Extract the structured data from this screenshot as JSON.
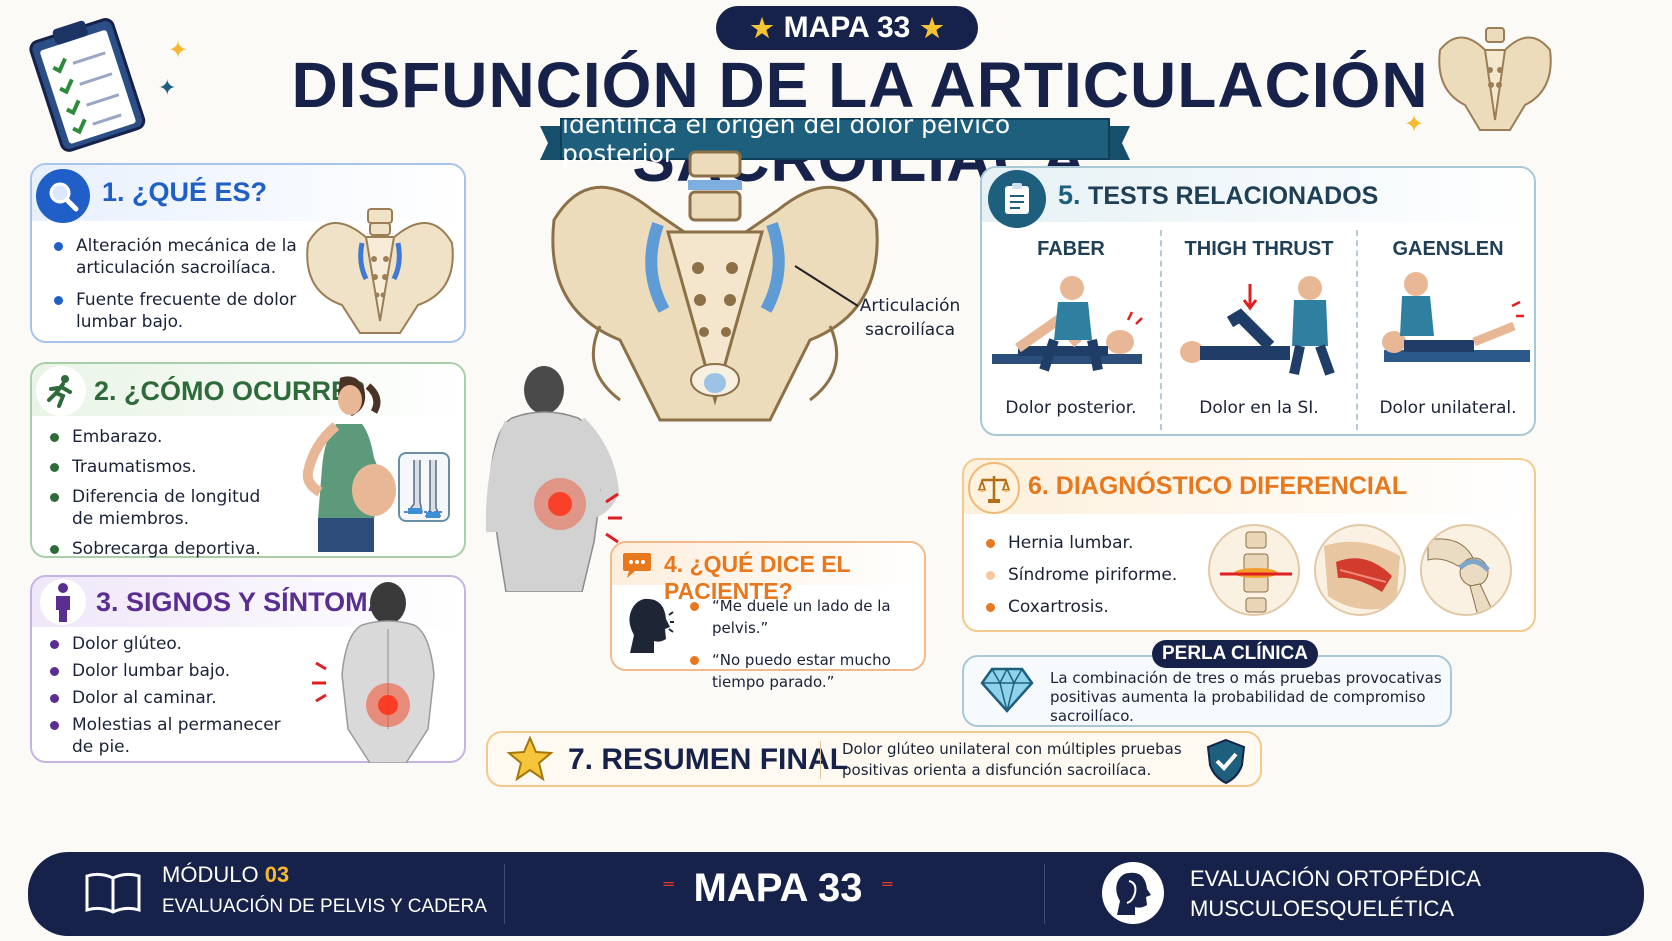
{
  "header": {
    "map_badge": "MAPA 33",
    "title": "DISFUNCIÓN DE LA ARTICULACIÓN SACROILÍACA",
    "subtitle": "identifica el origen del dolor pélvico posterior"
  },
  "section1": {
    "title": "1. ¿QUÉ ES?",
    "items": [
      "Alteración mecánica de la articulación sacroilíaca.",
      "Fuente frecuente de dolor lumbar bajo."
    ]
  },
  "section2": {
    "title": "2. ¿CÓMO OCURRE?",
    "items": [
      "Embarazo.",
      "Traumatismos.",
      "Diferencia de longitud de miembros.",
      "Sobrecarga deportiva."
    ]
  },
  "section3": {
    "title": "3. SIGNOS Y SÍNTOMAS",
    "items": [
      "Dolor glúteo.",
      "Dolor lumbar bajo.",
      "Dolor al caminar.",
      "Molestias al permanecer de pie."
    ]
  },
  "center": {
    "joint_label": "Articulación sacroilíaca"
  },
  "section4": {
    "title": "4. ¿QUÉ DICE EL PACIENTE?",
    "items": [
      "“Me duele un lado de la pelvis.”",
      "“No puedo estar mucho tiempo parado.”"
    ]
  },
  "section5": {
    "title_num": "5.",
    "title": "TESTS RELACIONADOS",
    "tests": [
      {
        "name": "FABER",
        "result": "Dolor posterior."
      },
      {
        "name": "THIGH THRUST",
        "result": "Dolor en la SI."
      },
      {
        "name": "GAENSLEN",
        "result": "Dolor unilateral."
      }
    ]
  },
  "section6": {
    "title": "6. DIAGNÓSTICO DIFERENCIAL",
    "items": [
      "Hernia lumbar.",
      "Síndrome piriforme.",
      "Coxartrosis."
    ]
  },
  "pearl": {
    "label": "PERLA CLÍNICA",
    "text": "La combinación de tres o más pruebas provocativas positivas aumenta la probabilidad de compromiso sacroilíaco."
  },
  "section7": {
    "title": "7. RESUMEN FINAL",
    "text": "Dolor glúteo unilateral con múltiples pruebas positivas orienta a disfunción sacroilíaca."
  },
  "footer": {
    "module_label": "MÓDULO",
    "module_num": "03",
    "module_name": "EVALUACIÓN DE PELVIS Y CADERA",
    "map": "MAPA 33",
    "right_line1": "EVALUACIÓN ORTOPÉDICA",
    "right_line2": "MUSCULOESQUELÉTICA"
  },
  "colors": {
    "navy": "#16224a",
    "blue": "#1f5fc7",
    "green": "#2f6b3a",
    "purple": "#5a2d91",
    "orange": "#e8781d",
    "teal": "#1e5f7e"
  }
}
